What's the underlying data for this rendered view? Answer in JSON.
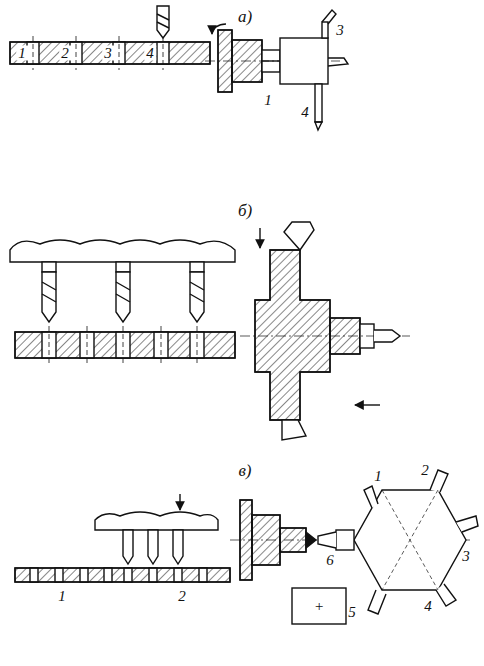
{
  "diagram": {
    "labels": [
      "а)",
      "1",
      "2",
      "3",
      "4",
      "3",
      "1",
      "4",
      "б)",
      "в)",
      "1",
      "2",
      "1",
      "2",
      "6",
      "3",
      "4",
      "5",
      "+"
    ]
  }
}
